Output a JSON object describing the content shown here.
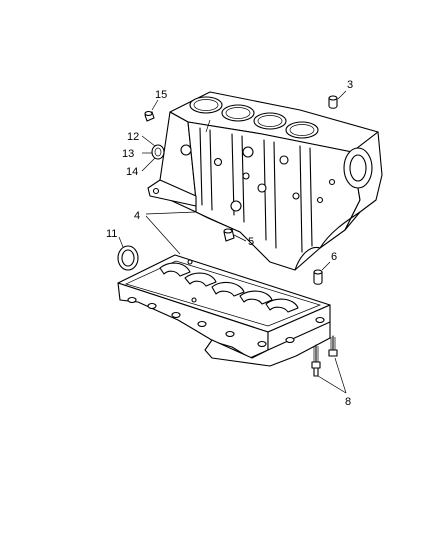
{
  "callouts": {
    "c3": "3",
    "c15": "15",
    "c12": "12",
    "c13": "13",
    "c14": "14",
    "c4": "4",
    "c5": "5",
    "c11": "11",
    "c6": "6",
    "c8": "8"
  }
}
